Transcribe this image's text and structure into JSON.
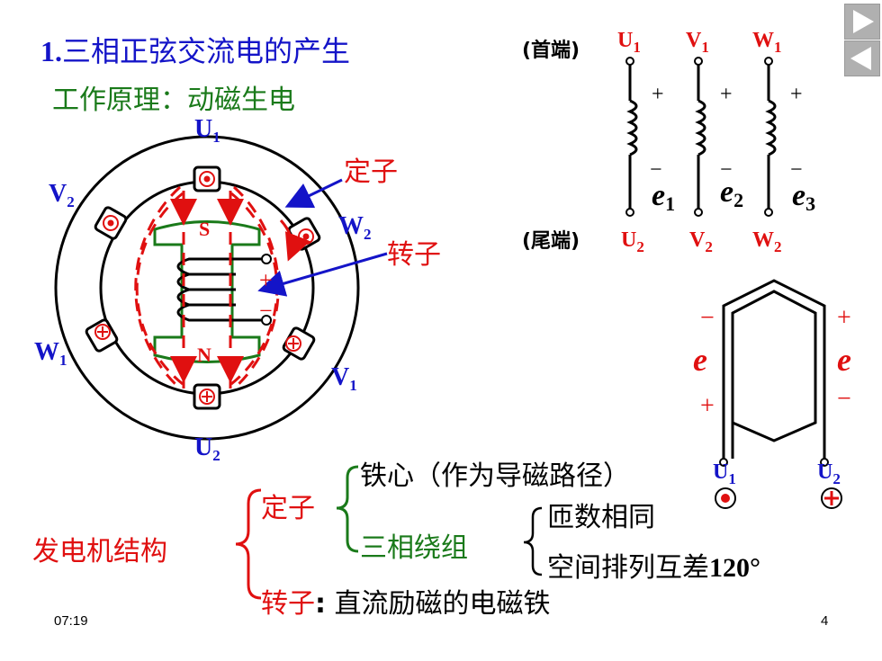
{
  "title": {
    "number": "1.",
    "text": "三相正弦交流电的产生"
  },
  "subtitle": "工作原理：动磁生电",
  "generator": {
    "u1": "U",
    "u1_sub": "1",
    "v2": "V",
    "v2_sub": "2",
    "w2": "W",
    "w2_sub": "2",
    "w1": "W",
    "w1_sub": "1",
    "v1": "V",
    "v1_sub": "1",
    "u2": "U",
    "u2_sub": "2",
    "pole_s": "S",
    "pole_n": "N",
    "plus": "+",
    "minus": "−",
    "stator_label": "定子",
    "rotor_label": "转子"
  },
  "windings": {
    "head_label": "(首端)",
    "tail_label": "(尾端)",
    "heads": [
      {
        "t": "U",
        "s": "1"
      },
      {
        "t": "V",
        "s": "1"
      },
      {
        "t": "W",
        "s": "1"
      }
    ],
    "tails": [
      {
        "t": "U",
        "s": "2"
      },
      {
        "t": "V",
        "s": "2"
      },
      {
        "t": "W",
        "s": "2"
      }
    ],
    "emfs": [
      {
        "t": "e",
        "s": "1"
      },
      {
        "t": "e",
        "s": "2"
      },
      {
        "t": "e",
        "s": "3"
      }
    ],
    "plus": "+",
    "minus": "−"
  },
  "coil": {
    "left_top": "−",
    "left_bottom": "+",
    "right_top": "+",
    "right_bottom": "−",
    "e": "e",
    "u1": "U",
    "u1_sub": "1",
    "u2": "U",
    "u2_sub": "2"
  },
  "structure": {
    "main": "发电机结构",
    "stator": "定子",
    "iron_core": "铁心（作为导磁路径）",
    "windings": "三相绕组",
    "same_turns": "匝数相同",
    "spatial": "空间排列互差",
    "angle": "120°",
    "rotor": "转子",
    "colon": ":",
    "rotor_desc": "直流励磁的电磁铁"
  },
  "footer": {
    "time": "07:19",
    "page": "4"
  },
  "nav": {
    "next": "▶",
    "prev": "◀"
  }
}
